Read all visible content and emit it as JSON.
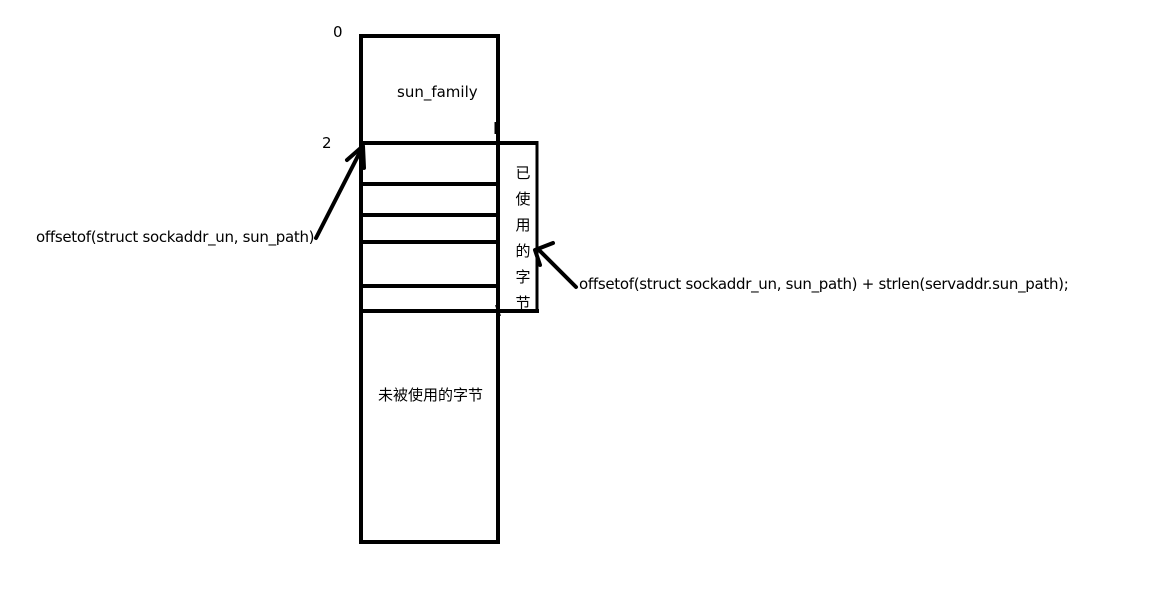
{
  "offset_top": "0",
  "offset_after_family": "2",
  "family_label": "sun_family",
  "used_bytes_label": [
    "已",
    "使",
    "用",
    "的",
    "字",
    "节"
  ],
  "unused_bytes_label": "未被使用的字节",
  "offset_sun_path_label": "offsetof(struct sockaddr_un, sun_path)",
  "offset_end_label": "offsetof(struct sockaddr_un, sun_path) + strlen(servaddr.sun_path);",
  "colors": {
    "stroke": "#000000",
    "background": "#ffffff"
  }
}
